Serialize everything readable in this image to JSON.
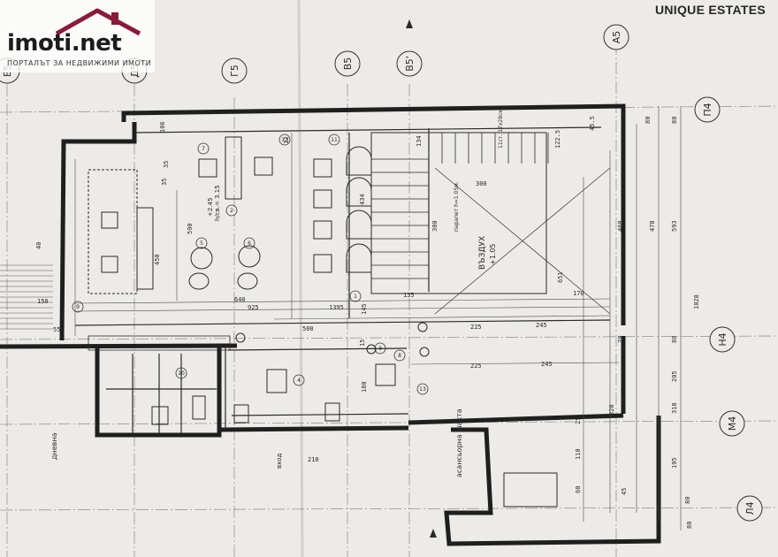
{
  "header": {
    "logo_text": "imoti.net",
    "logo_tagline": "ПОРТАЛЪТ ЗА НЕДВИЖИМИ ИМОТИ",
    "brand": "UNIQUE ESTATES",
    "colors": {
      "logo_roof": "#8b1a3a",
      "logo_text": "#1c1c1c",
      "paper": "#ecebe7",
      "ink": "#2a2a2a"
    }
  },
  "grid": {
    "top_axes": [
      "Е5",
      "Д5",
      "Г5",
      "В5",
      "В5'",
      "А5"
    ],
    "right_axes": [
      "П4",
      "Н4",
      "М4",
      "Л4"
    ]
  },
  "rooms": {
    "living": "дневна",
    "void": "ВЪЗДУХ",
    "void_level": "+1.05",
    "shaft": "асансьорна шахта",
    "level_hall": "+2.45",
    "height_hall": "h/св.= 3.15",
    "passage": "вход",
    "railing": "парапет h=1.05м.",
    "stairs": "11ст. 17x28см."
  },
  "dimensions": {
    "top_row": [
      "106",
      "35",
      "12",
      "134",
      "122.5",
      "45.5",
      "80"
    ],
    "middle_row": [
      "640",
      "925",
      "1395",
      "145",
      "135",
      "300",
      "170",
      "651"
    ],
    "lower_row": [
      "500",
      "225",
      "245",
      "225",
      "245"
    ],
    "right_column": [
      "80",
      "593",
      "478",
      "468",
      "1028",
      "70",
      "80",
      "205",
      "320",
      "310",
      "195",
      "80"
    ],
    "left_column": [
      "150",
      "55",
      "40",
      "35",
      "450",
      "300",
      "434",
      "590"
    ],
    "bottom_row": [
      "110",
      "80",
      "60",
      "45",
      "25",
      "180",
      "210",
      "15"
    ],
    "room_marks": [
      "1",
      "2",
      "3",
      "4",
      "5",
      "6",
      "7",
      "8",
      "9",
      "10",
      "11",
      "12",
      "13"
    ]
  }
}
